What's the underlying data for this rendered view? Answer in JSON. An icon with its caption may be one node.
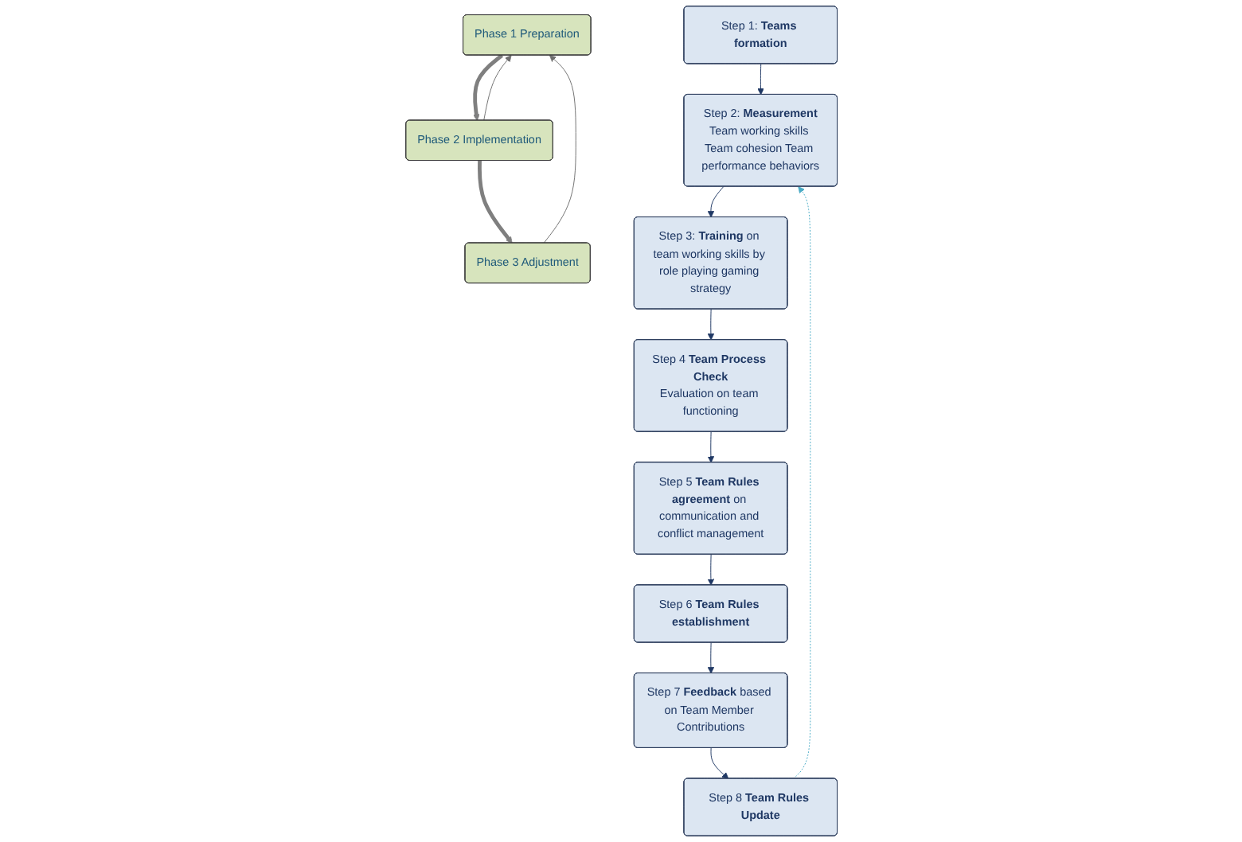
{
  "diagram": {
    "nodes": [
      {
        "text": [
          "Phase 1 Preparation"
        ]
      },
      {
        "text": [
          "Phase 2 Implementation"
        ]
      },
      {
        "text": [
          "Phase 3 Adjustment"
        ]
      },
      {
        "text": [
          "Step 1: **Teams formation**"
        ]
      },
      {
        "text": [
          "Step 2: **Measurement**",
          "Team working skills Team cohesion Team performance behaviors"
        ]
      },
      {
        "text": [
          "Step 3: **Training** on team working skills by role playing gaming strategy"
        ]
      },
      {
        "text": [
          "Step 4 **Team Process Check**",
          "Evaluation on team functioning"
        ]
      },
      {
        "text": [
          "Step 5 **Team Rules agreement** on communication and conflict management"
        ]
      },
      {
        "text": [
          "Step 6 **Team Rules establishment**"
        ]
      },
      {
        "text": [
          "Step 7 **Feedback** based on Team Member Contributions"
        ]
      },
      {
        "text": [
          "Step 8 **Team Rules Update**"
        ]
      }
    ],
    "edges": [
      {
        "from": 0,
        "to": 1,
        "arrow": "to",
        "style": "thick",
        "color": "#7f7f7f"
      },
      {
        "from": 1,
        "to": 2,
        "arrow": "to",
        "style": "thick",
        "color": "#7f7f7f"
      },
      {
        "from": 2,
        "to": 0,
        "arrow": "to",
        "color": "#6f6f6f"
      },
      {
        "from": 1,
        "to": 0,
        "arrow": "to",
        "color": "#6f6f6f"
      },
      {
        "from": 3,
        "to": 4,
        "arrow": "to"
      },
      {
        "from": 4,
        "to": 5,
        "arrow": "to"
      },
      {
        "from": 5,
        "to": 6,
        "arrow": "to"
      },
      {
        "from": 6,
        "to": 7,
        "arrow": "to"
      },
      {
        "from": 7,
        "to": 8,
        "arrow": "to"
      },
      {
        "from": 8,
        "to": 9,
        "arrow": "to"
      },
      {
        "from": 9,
        "to": 10,
        "arrow": "to"
      },
      {
        "from": 10,
        "to": 4,
        "arrow": "to",
        "style": "dashed",
        "color": "#4bacc6"
      }
    ]
  }
}
